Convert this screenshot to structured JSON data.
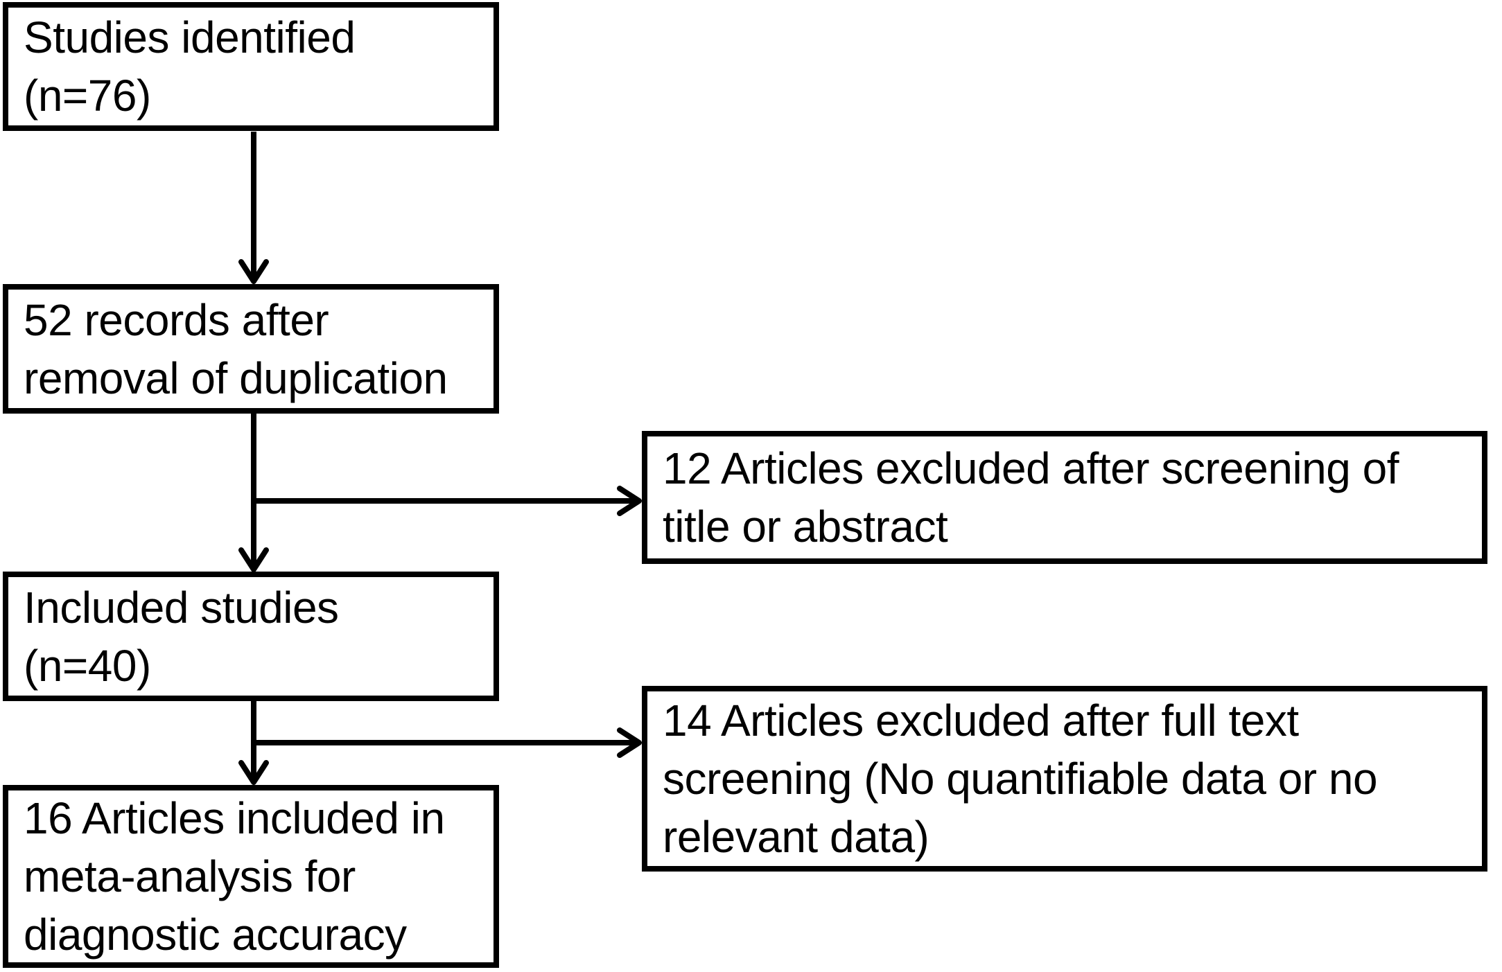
{
  "flowchart": {
    "colors": {
      "background": "#ffffff",
      "line": "#000000",
      "text": "#000000"
    },
    "boxes": [
      {
        "name": "studies-identified",
        "lines": [
          "Studies identified",
          "(n=76)"
        ]
      },
      {
        "name": "records-after-duplication-removal",
        "lines": [
          "52 records after",
          "removal of duplication"
        ]
      },
      {
        "name": "articles-excluded-title-abstract",
        "lines": [
          "12 Articles excluded after screening of",
          "title or abstract"
        ]
      },
      {
        "name": "included-studies",
        "lines": [
          "Included studies",
          "(n=40)"
        ]
      },
      {
        "name": "articles-excluded-full-text",
        "lines": [
          "14 Articles excluded after full text",
          "screening (No quantifiable data or no",
          "relevant data)"
        ]
      },
      {
        "name": "articles-included-meta-analysis",
        "lines": [
          "16 Articles included in",
          "meta-analysis for",
          "diagnostic accuracy"
        ]
      }
    ],
    "connectors": [
      {
        "from": "studies-identified",
        "to": "records-after-duplication-removal",
        "direction": "down"
      },
      {
        "from": "records-after-duplication-removal",
        "to": "included-studies",
        "direction": "down"
      },
      {
        "from": "records-after-duplication-removal",
        "to": "articles-excluded-title-abstract",
        "direction": "right"
      },
      {
        "from": "included-studies",
        "to": "articles-included-meta-analysis",
        "direction": "down"
      },
      {
        "from": "included-studies",
        "to": "articles-excluded-full-text",
        "direction": "right"
      }
    ]
  }
}
